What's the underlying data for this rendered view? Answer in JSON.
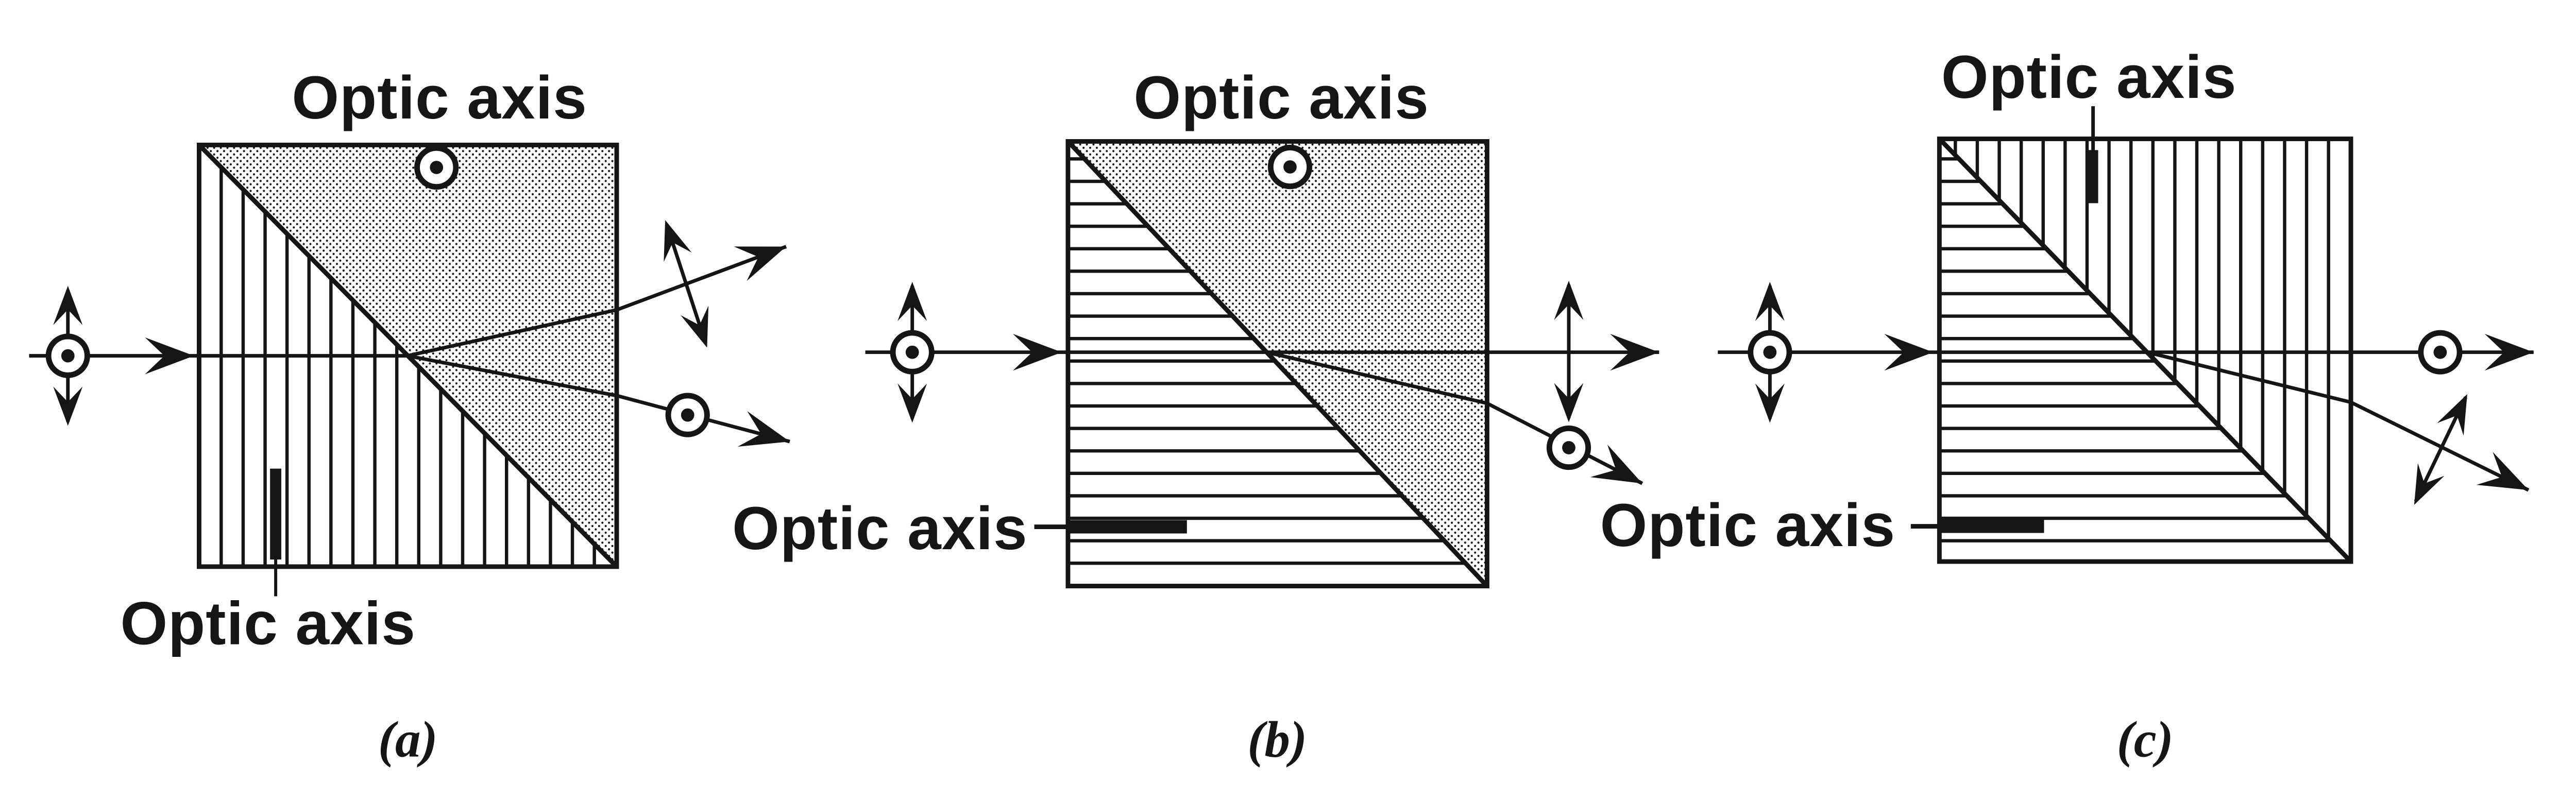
{
  "figure": {
    "description": "Three polarizing prism diagrams, each a square cube split by a diagonal into two birefringent prisms, showing an unpolarized input beam split into polarized output beams",
    "colors": {
      "ink": "#151515",
      "paper": "#ffffff"
    },
    "panels": [
      {
        "caption": "(a)",
        "labels": {
          "top": "Optic axis",
          "bottom": "Optic axis"
        },
        "entry_prism_hatch": "vertical lines (optic axis vertical, in page plane)",
        "exit_prism_fill": "stipple dots (optic axis out of page, dot-in-circle marker)",
        "symbols": {
          "input": "dot-in-circle + vertical double-arrow (unpolarized)",
          "upper_output": "transverse double-arrow (in-plane polarization)",
          "lower_output": "dot-in-circle (out-of-page polarization)"
        }
      },
      {
        "caption": "(b)",
        "labels": {
          "top": "Optic axis",
          "left": "Optic axis"
        },
        "entry_prism_hatch": "horizontal lines (optic axis horizontal, in page plane)",
        "exit_prism_fill": "stipple dots (optic axis out of page, dot-in-circle marker)",
        "symbols": {
          "input": "dot-in-circle + vertical double-arrow (unpolarized)",
          "straight_output": "vertical double-arrow (in-plane polarization)",
          "deflected_output": "dot-in-circle (out-of-page polarization)"
        }
      },
      {
        "caption": "(c)",
        "labels": {
          "top": "Optic axis",
          "left": "Optic axis"
        },
        "entry_prism_hatch": "horizontal lines (optic axis horizontal, in page plane)",
        "exit_prism_fill": "vertical lines (optic axis vertical, in page plane)",
        "symbols": {
          "input": "dot-in-circle + vertical double-arrow (unpolarized)",
          "straight_output": "dot-in-circle (out-of-page polarization)",
          "deflected_output": "transverse double-arrow (in-plane polarization)"
        }
      }
    ]
  }
}
